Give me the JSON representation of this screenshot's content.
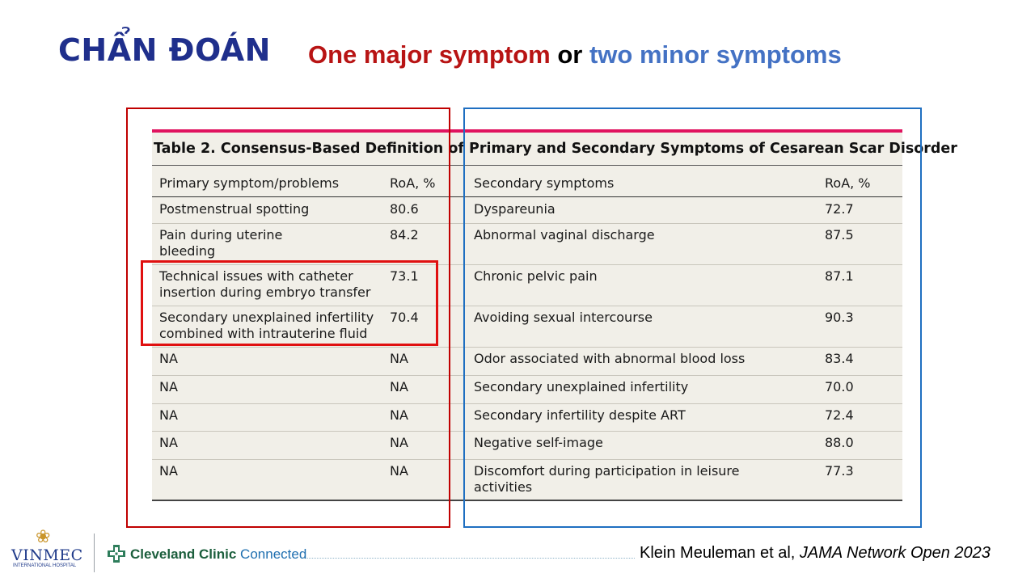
{
  "slide": {
    "title": "CHẨN ĐOÁN",
    "subtitle": {
      "part1": "One major symptom",
      "part2": " or ",
      "part3": "two minor symptoms"
    }
  },
  "table": {
    "caption": "Table 2. Consensus-Based Definition of Primary and Secondary Symptoms of Cesarean Scar Disorder",
    "headers": [
      "Primary symptom/problems",
      "RoA, %",
      "Secondary symptoms",
      "RoA, %"
    ],
    "rows": [
      {
        "primary": [
          "Postmenstrual spotting"
        ],
        "primary_roa": "80.6",
        "secondary": [
          "Dyspareunia"
        ],
        "secondary_roa": "72.7"
      },
      {
        "primary": [
          "Pain during uterine",
          "bleeding"
        ],
        "primary_roa": "84.2",
        "secondary": [
          "Abnormal vaginal discharge"
        ],
        "secondary_roa": "87.5"
      },
      {
        "primary": [
          "Technical issues with catheter",
          "insertion during embryo transfer"
        ],
        "primary_roa": "73.1",
        "secondary": [
          "Chronic pelvic pain"
        ],
        "secondary_roa": "87.1"
      },
      {
        "primary": [
          "Secondary unexplained infertility",
          "combined with intrauterine fluid"
        ],
        "primary_roa": "70.4",
        "secondary": [
          "Avoiding sexual intercourse"
        ],
        "secondary_roa": "90.3"
      },
      {
        "primary": [
          "NA"
        ],
        "primary_roa": "NA",
        "secondary": [
          "Odor associated with abnormal blood loss"
        ],
        "secondary_roa": "83.4"
      },
      {
        "primary": [
          "NA"
        ],
        "primary_roa": "NA",
        "secondary": [
          "Secondary unexplained infertility"
        ],
        "secondary_roa": "70.0"
      },
      {
        "primary": [
          "NA"
        ],
        "primary_roa": "NA",
        "secondary": [
          "Secondary infertility despite ART"
        ],
        "secondary_roa": "72.4"
      },
      {
        "primary": [
          "NA"
        ],
        "primary_roa": "NA",
        "secondary": [
          "Negative self-image"
        ],
        "secondary_roa": "88.0"
      },
      {
        "primary": [
          "NA"
        ],
        "primary_roa": "NA",
        "secondary": [
          "Discomfort during participation in leisure",
          "activities"
        ],
        "secondary_roa": "77.3"
      }
    ]
  },
  "highlights": {
    "primary_column_color": "#c00000",
    "secondary_column_color": "#1f6fc1",
    "rows_highlight_color": "#e01010"
  },
  "footer": {
    "vinmec_name": "VINMEC",
    "vinmec_sub": "INTERNATIONAL HOSPITAL",
    "cleveland_bold": "Cleveland Clinic",
    "cleveland_light": " Connected",
    "citation_authors": "Klein Meuleman et al, ",
    "citation_journal": "JAMA Network Open 2023",
    "icons": [
      "vinmec-logo-icon",
      "cleveland-clinic-cross-icon"
    ]
  }
}
